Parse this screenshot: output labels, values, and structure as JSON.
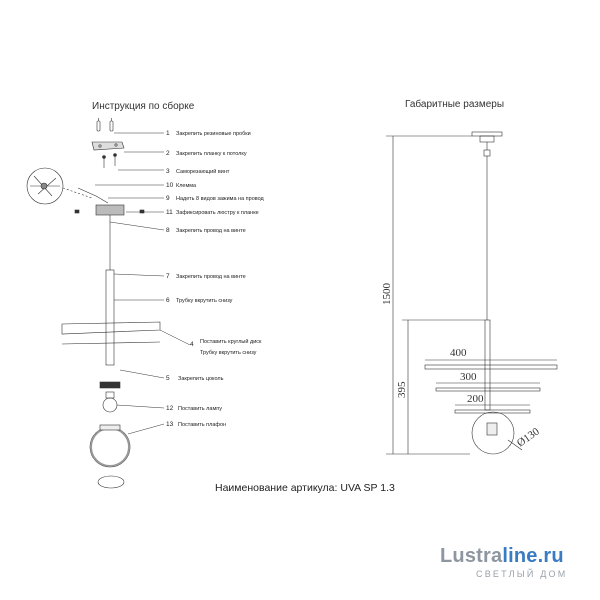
{
  "headings": {
    "assembly": "Инструкция по сборке",
    "dimensions": "Габаритные размеры"
  },
  "steps": [
    {
      "num": "1",
      "label": "Закрепить резиновые пробки"
    },
    {
      "num": "2",
      "label": "Закрепить планку к потолку"
    },
    {
      "num": "3",
      "label": "Саморезающий винт"
    },
    {
      "num": "10",
      "label": "Клемма"
    },
    {
      "num": "9",
      "label": "Надеть 8 видов зажима на провод"
    },
    {
      "num": "11",
      "label": "Зафиксировать люстру к планке"
    },
    {
      "num": "8",
      "label": "Закрепить провод на винте"
    },
    {
      "num": "7",
      "label": "Закрепить провод на винте"
    },
    {
      "num": "6",
      "label": "Трубку вкрутить снизу"
    },
    {
      "num": "4",
      "label": "Поставить круглый диск"
    },
    {
      "num": "",
      "label": "Трубку вкрутить снизу"
    },
    {
      "num": "5",
      "label": "Закрепить цоколь"
    },
    {
      "num": "12",
      "label": "Поставить лампу"
    },
    {
      "num": "13",
      "label": "Поставить плафон"
    }
  ],
  "dimensions": {
    "height_total": "1500",
    "height_body": "395",
    "disc_large": "400",
    "disc_medium": "300",
    "disc_small": "200",
    "shade_diameter": "Ø130"
  },
  "article_line": "Наименование артикула: UVA SP 1.3",
  "logo": {
    "part1": "Lustra",
    "part2": "line.ru",
    "slogan": "СВЕТЛЫЙ ДОМ"
  }
}
